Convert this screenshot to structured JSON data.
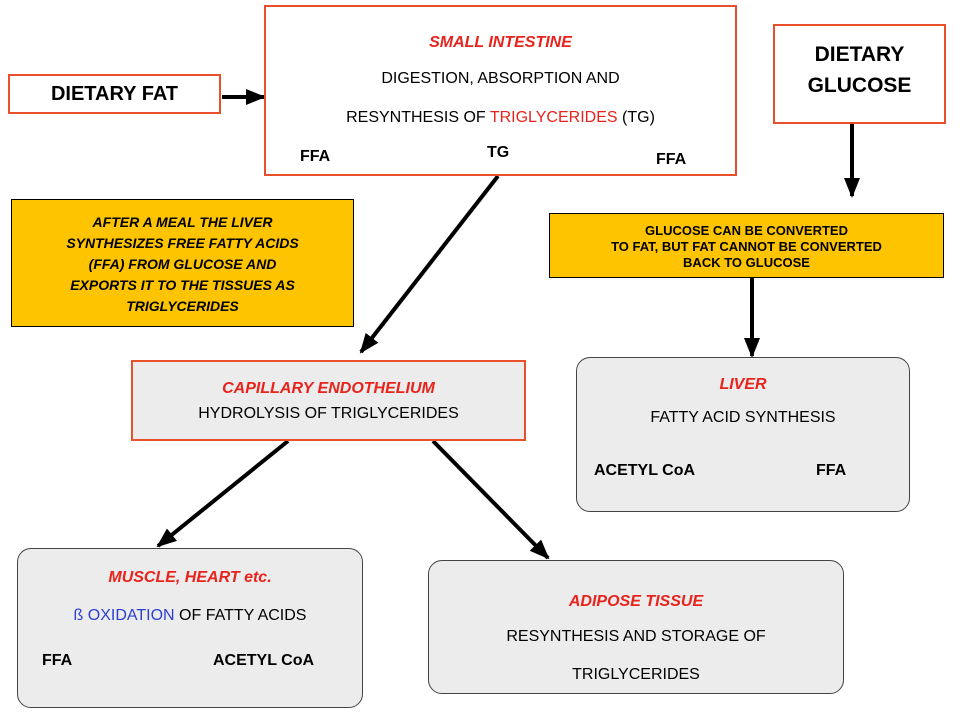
{
  "colors": {
    "red": "#e8231c",
    "blue": "#2b3fd0",
    "yellow": "#ffc400",
    "gray": "#ececec",
    "border_red": "#e8502c"
  },
  "dietary_fat": {
    "label": "DIETARY FAT"
  },
  "small_intestine": {
    "title": "SMALL INTESTINE",
    "line1": "DIGESTION, ABSORPTION AND",
    "line2_prefix": "RESYNTHESIS OF",
    "line2_highlight": "TRIGLYCERIDES",
    "line2_suffix": "(TG)",
    "flow_from": "FFA",
    "flow_mid": "TG",
    "flow_to": "FFA"
  },
  "dietary_glucose": {
    "line1": "DIETARY",
    "line2": "GLUCOSE"
  },
  "liver_note": {
    "lines": [
      "AFTER A MEAL THE LIVER",
      "SYNTHESIZES FREE FATTY ACIDS",
      "(FFA) FROM  GLUCOSE AND",
      "EXPORTS IT TO THE TISSUES AS",
      "TRIGLYCERIDES"
    ]
  },
  "glucose_note": {
    "lines": [
      "GLUCOSE CAN BE CONVERTED",
      "TO FAT, BUT FAT CANNOT BE CONVERTED",
      "BACK TO GLUCOSE"
    ]
  },
  "capillary": {
    "title": "CAPILLARY ENDOTHELIUM",
    "line1": "HYDROLYSIS OF TRIGLYCERIDES"
  },
  "liver": {
    "title": "LIVER",
    "line1": "FATTY ACID SYNTHESIS",
    "flow_from": "ACETYL CoA",
    "flow_to": "FFA"
  },
  "muscle": {
    "title": "MUSCLE,  HEART etc.",
    "line1_highlight": "ß OXIDATION",
    "line1_suffix": "OF FATTY ACIDS",
    "flow_from": "FFA",
    "flow_to": "ACETYL CoA"
  },
  "adipose": {
    "title": "ADIPOSE TISSUE",
    "line1": "RESYNTHESIS AND STORAGE OF",
    "line2": "TRIGLYCERIDES"
  }
}
